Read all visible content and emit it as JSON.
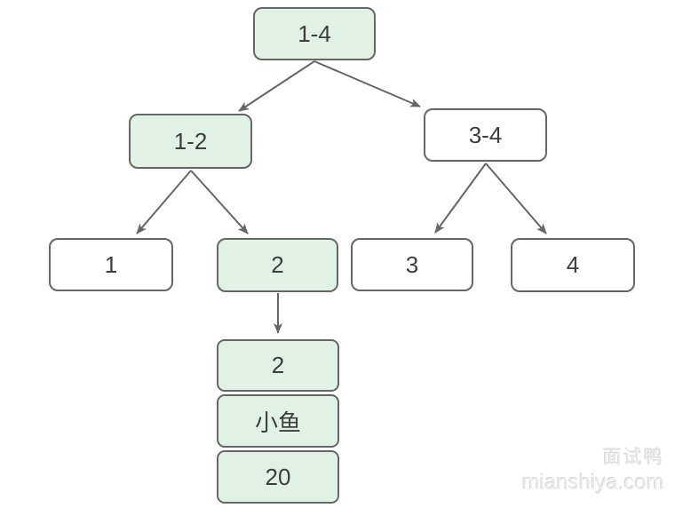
{
  "diagram": {
    "type": "segment-tree",
    "nodes": {
      "root": {
        "label": "1-4",
        "highlighted": true
      },
      "left_child": {
        "label": "1-2",
        "highlighted": true
      },
      "right_child": {
        "label": "3-4",
        "highlighted": false
      },
      "leaf_1": {
        "label": "1",
        "highlighted": false
      },
      "leaf_2": {
        "label": "2",
        "highlighted": true
      },
      "leaf_3": {
        "label": "3",
        "highlighted": false
      },
      "leaf_4": {
        "label": "4",
        "highlighted": false
      }
    },
    "detail_card": {
      "attached_to_leaf": "2",
      "rows": [
        "2",
        "小鱼",
        "20"
      ]
    },
    "colors": {
      "highlight_fill": "#e2f1e6",
      "default_fill": "#ffffff",
      "border": "#666666",
      "arrow": "#666666",
      "text": "#3d3d3d",
      "watermark": "#ececec"
    }
  },
  "watermark": {
    "brand": "面试鸭",
    "site": "mianshiya.com"
  }
}
